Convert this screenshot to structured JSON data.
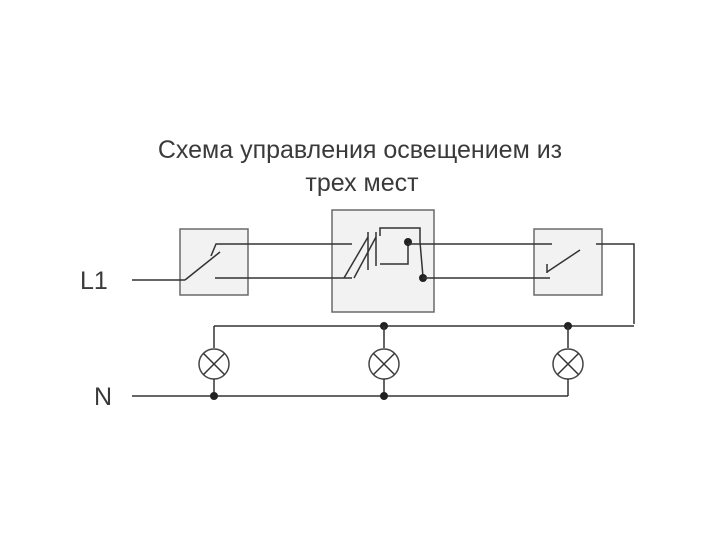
{
  "title": {
    "line1": "Схема управления освещением из",
    "line2": "трех мест"
  },
  "labels": {
    "phase": "L1",
    "neutral": "N"
  },
  "colors": {
    "background": "#ffffff",
    "wire": "#333333",
    "switch_box": "#f2f2f2",
    "text": "#3a3a3a"
  }
}
